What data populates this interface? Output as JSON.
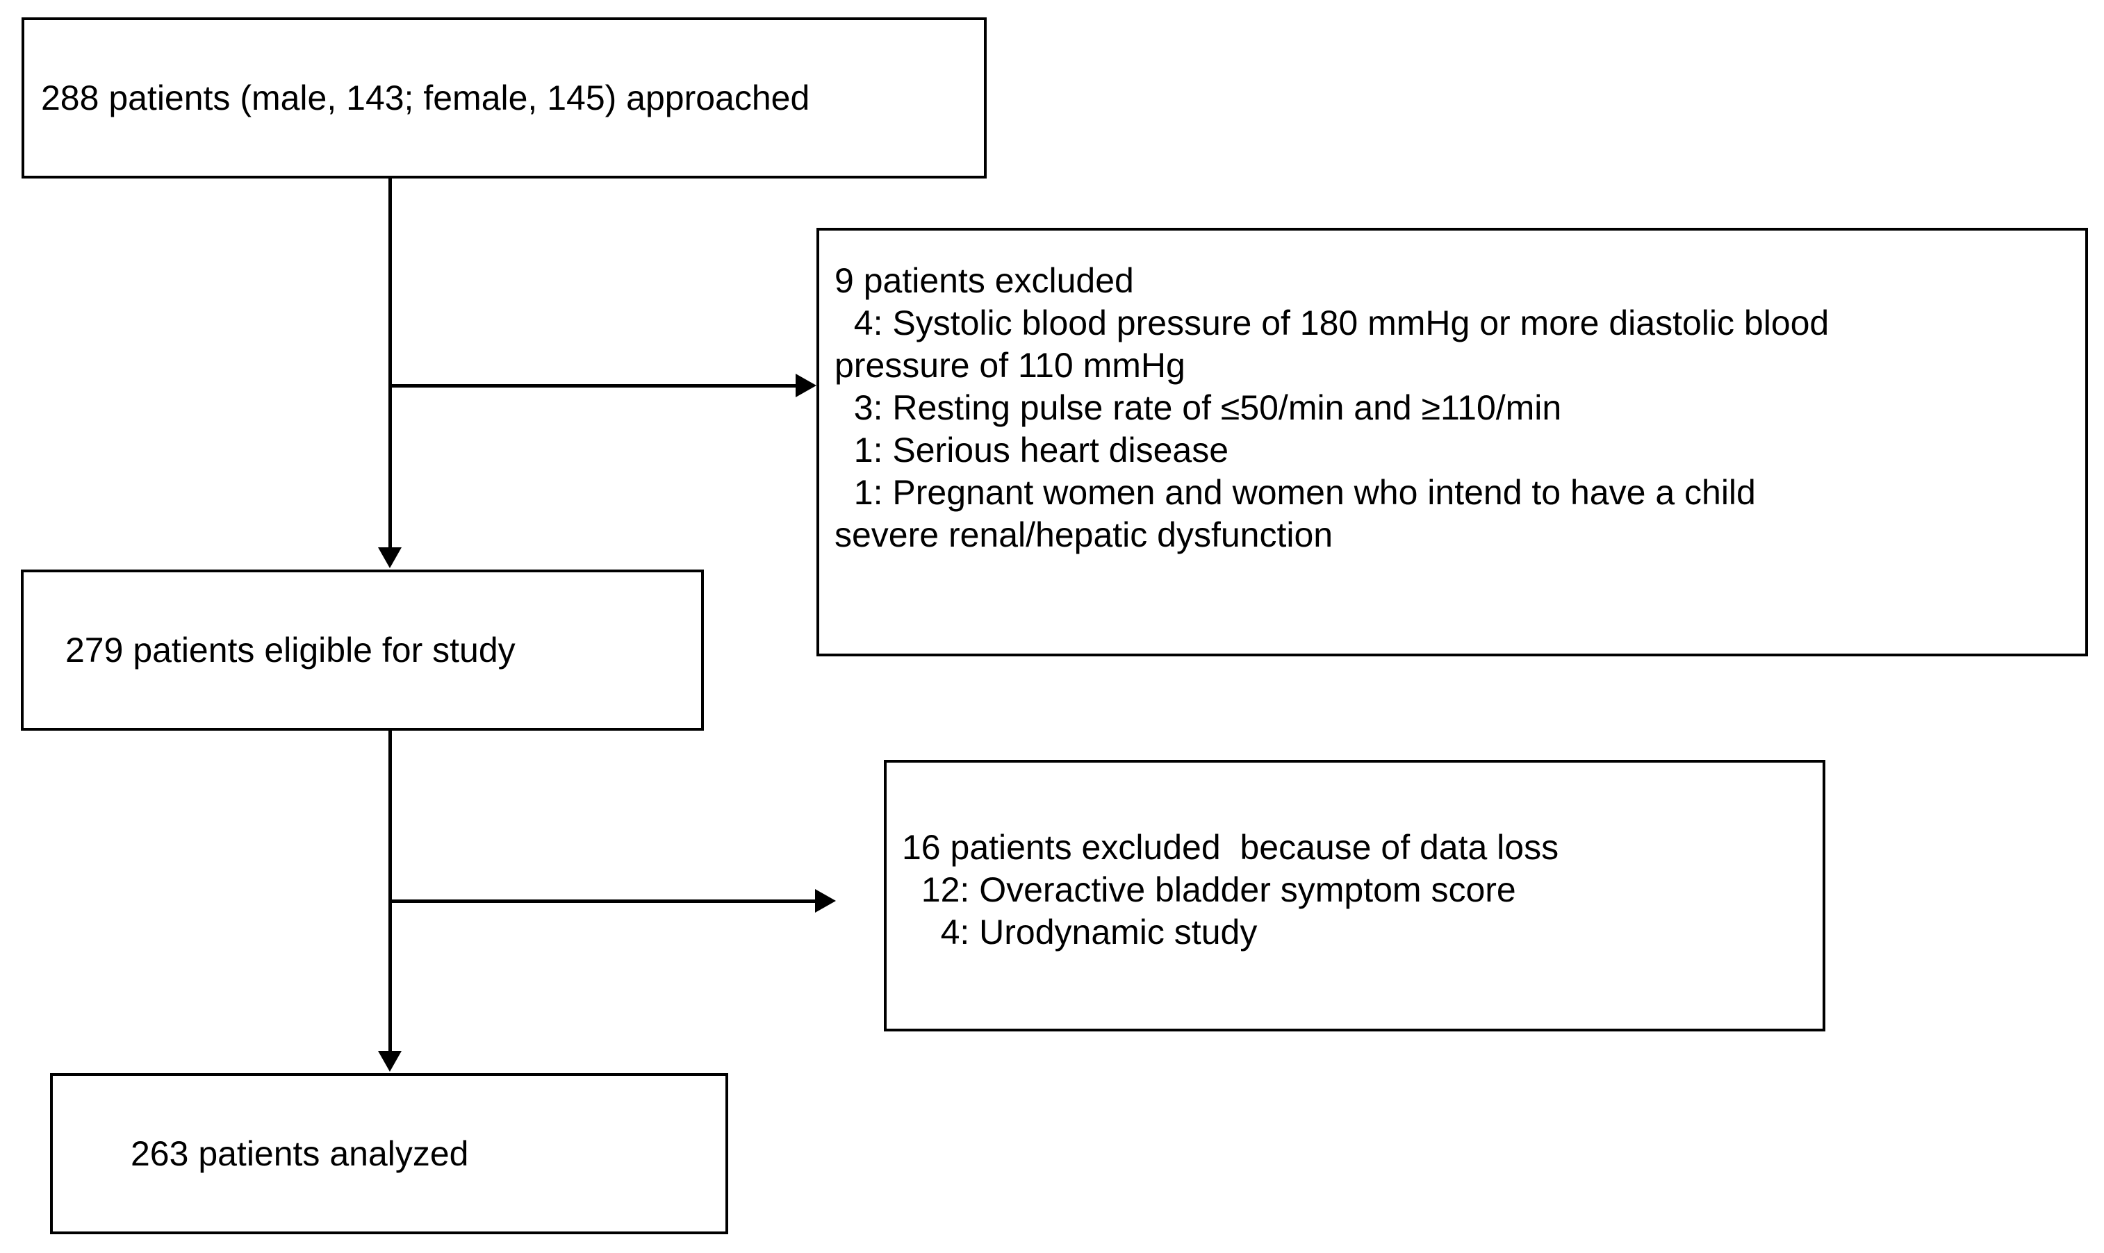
{
  "diagram": {
    "type": "study-flow-diagram",
    "nodes": {
      "approached": {
        "text": "288 patients (male, 143; female, 145) approached",
        "count": 288,
        "male": 143,
        "female": 145
      },
      "eligible": {
        "text": "279 patients eligible for study",
        "count": 279
      },
      "analyzed": {
        "text": "263 patients analyzed",
        "count": 263
      },
      "excluded_screening": {
        "text": "9 patients excluded\n  4: Systolic blood pressure of 180 mmHg or more diastolic blood\npressure of 110 mmHg\n  3: Resting pulse rate of ≤50/min and ≥110/min\n  1: Serious heart disease\n  1: Pregnant women and women who intend to have a child\nsevere renal/hepatic dysfunction",
        "count": 9,
        "reasons": [
          {
            "n": 4,
            "reason": "Systolic blood pressure of 180 mmHg or more diastolic blood pressure of 110 mmHg"
          },
          {
            "n": 3,
            "reason": "Resting pulse rate of ≤50/min and ≥110/min"
          },
          {
            "n": 1,
            "reason": "Serious heart disease"
          },
          {
            "n": 1,
            "reason": "Pregnant women and women who intend to have a child severe renal/hepatic dysfunction"
          }
        ]
      },
      "excluded_dataloss": {
        "text": "16 patients excluded  because of data loss\n  12: Overactive bladder symptom score\n    4: Urodynamic study",
        "count": 16,
        "reasons": [
          {
            "n": 12,
            "reason": "Overactive bladder symptom score"
          },
          {
            "n": 4,
            "reason": "Urodynamic study"
          }
        ]
      }
    },
    "edges": [
      {
        "from": "approached",
        "to": "eligible",
        "direction": "down"
      },
      {
        "from": "approached",
        "to": "excluded_screening",
        "direction": "right"
      },
      {
        "from": "eligible",
        "to": "analyzed",
        "direction": "down"
      },
      {
        "from": "eligible",
        "to": "excluded_dataloss",
        "direction": "right"
      }
    ],
    "colors": {
      "stroke": "#000000",
      "background": "#ffffff",
      "text": "#000000"
    }
  }
}
